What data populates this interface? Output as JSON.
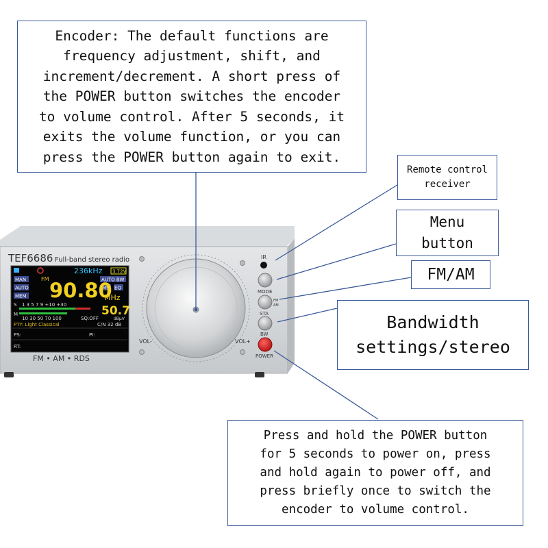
{
  "callouts": {
    "encoder": "Encoder: The default functions are\nfrequency adjustment, shift, and\nincrement/decrement. A short press of\nthe POWER button switches the encoder\nto volume control. After 5 seconds, it\nexits the volume function, or you can\npress the POWER button again to exit.",
    "ir": "Remote control\nreceiver",
    "menu": "Menu\nbutton",
    "fmam": "FM/AM",
    "bw": "Bandwidth\nsettings/stereo",
    "power": "Press and hold the POWER button\nfor 5 seconds to power on, press\nand hold again to power off, and\npress briefly once to switch the\nencoder to volume control."
  },
  "device": {
    "brand": "TEF6686",
    "subtitle": "Full-band stereo radio",
    "modes": "FM • AM • RDS",
    "labels": {
      "vol_minus": "VOL-",
      "vol_plus": "VOL+",
      "ir": "IR",
      "mode": "MODE",
      "fm": "FM",
      "am": "AM",
      "sta": "STA",
      "bw": "BW",
      "power": "POWER"
    },
    "screen": {
      "step": "236kHz",
      "battery": "3.72V",
      "badges_left": [
        "MAN",
        "AUTO",
        "MEM"
      ],
      "band": "FM",
      "auto_bw": "AUTO BW",
      "ms": "MS",
      "eq": "EQ",
      "frequency": "90.80",
      "unit": "MHz",
      "s_label": "S",
      "s_scale": "1 3 5 7 9 +10 +30",
      "m_label": "M",
      "m_scale": "10 30 50 70 100",
      "sq": "SQ:OFF",
      "level": "50.7",
      "level_unit": "dBµV",
      "cn": "C/N  32 dB",
      "pty": "PTY: Light Classical",
      "ps": "PS:",
      "pi": "PI:",
      "rt": "RT:"
    }
  }
}
